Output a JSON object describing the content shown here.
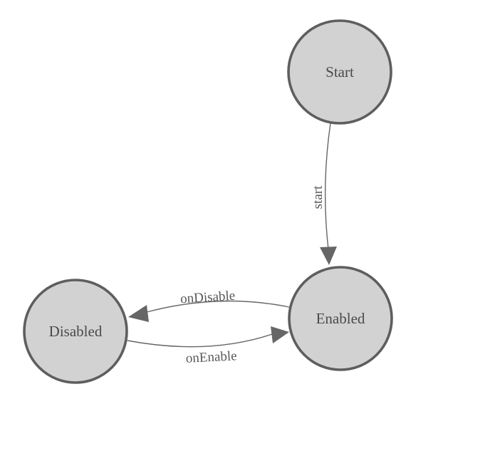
{
  "diagram": {
    "type": "state-machine",
    "nodes": [
      {
        "id": "start",
        "label": "Start"
      },
      {
        "id": "enabled",
        "label": "Enabled"
      },
      {
        "id": "disabled",
        "label": "Disabled"
      }
    ],
    "edges": [
      {
        "from": "Start",
        "to": "Enabled",
        "label": "start"
      },
      {
        "from": "Enabled",
        "to": "Disabled",
        "label": "onDisable"
      },
      {
        "from": "Disabled",
        "to": "Enabled",
        "label": "onEnable"
      }
    ],
    "colors": {
      "background": "#ffffff",
      "node_fill": "#d2d2d2",
      "node_stroke": "#5e5e5e",
      "edge_line": "#666666",
      "node_text": "#4a4a4a",
      "edge_text": "#585858"
    }
  }
}
